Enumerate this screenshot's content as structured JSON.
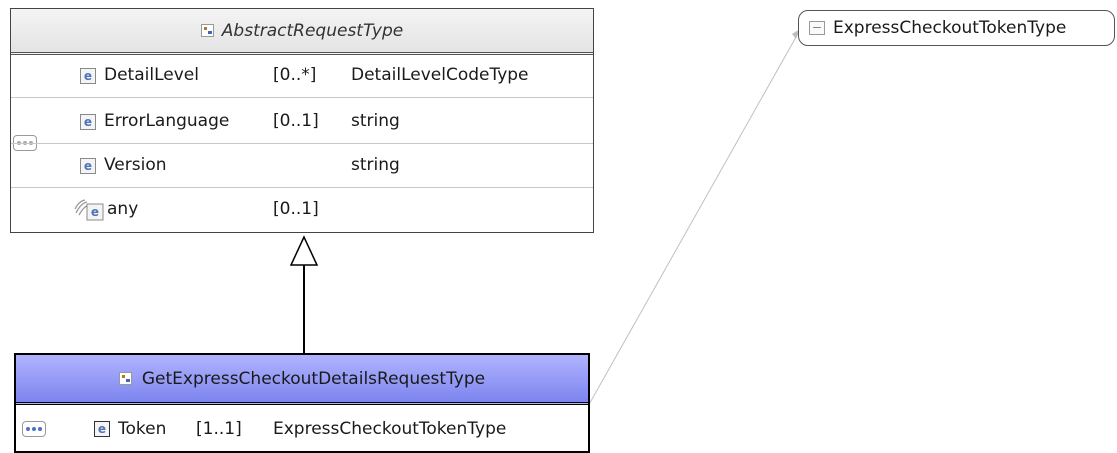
{
  "abstract_type": {
    "name": "AbstractRequestType",
    "elements": [
      {
        "name": "DetailLevel",
        "multiplicity": "[0..*]",
        "type": "DetailLevelCodeType",
        "kind": "element"
      },
      {
        "name": "ErrorLanguage",
        "multiplicity": "[0..1]",
        "type": "string",
        "kind": "element"
      },
      {
        "name": "Version",
        "multiplicity": "",
        "type": "string",
        "kind": "element"
      },
      {
        "name": "any",
        "multiplicity": "[0..1]",
        "type": "",
        "kind": "any"
      }
    ]
  },
  "concrete_type": {
    "name": "GetExpressCheckoutDetailsRequestType",
    "elements": [
      {
        "name": "Token",
        "multiplicity": "[1..1]",
        "type": "ExpressCheckoutTokenType",
        "kind": "element"
      }
    ]
  },
  "simple_type": {
    "name": "ExpressCheckoutTokenType"
  },
  "icons": {
    "element_letter": "e",
    "complex_type": "complex-type-icon",
    "simple_type": "simple-type-icon",
    "sequence": "sequence-icon",
    "any": "any-wildcard-icon"
  },
  "colors": {
    "concrete_header_top": "#b0b4ff",
    "concrete_header_bottom": "#7d84ee",
    "abstract_header": "#ececec",
    "element_letter": "#4e74b6"
  }
}
